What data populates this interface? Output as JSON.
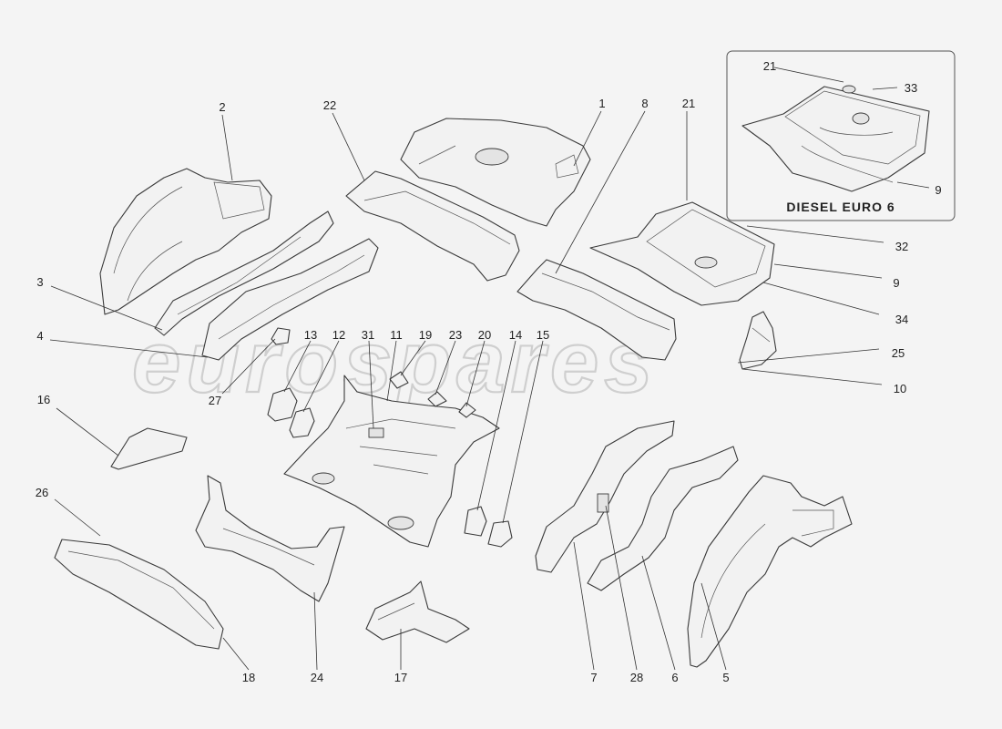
{
  "watermark": "eurospares",
  "inset": {
    "title": "DIESEL EURO 6"
  },
  "callouts": {
    "c1": "1",
    "c2": "2",
    "c3": "3",
    "c4": "4",
    "c5": "5",
    "c6": "6",
    "c7": "7",
    "c8": "8",
    "c9a": "9",
    "c9b": "9",
    "c10": "10",
    "c11": "11",
    "c12": "12",
    "c13": "13",
    "c14": "14",
    "c15": "15",
    "c16": "16",
    "c17": "17",
    "c18": "18",
    "c19": "19",
    "c20": "20",
    "c21a": "21",
    "c21b": "21",
    "c22": "22",
    "c23": "23",
    "c24": "24",
    "c25": "25",
    "c26": "26",
    "c27": "27",
    "c28": "28",
    "c31": "31",
    "c32": "32",
    "c33": "33",
    "c34": "34"
  }
}
